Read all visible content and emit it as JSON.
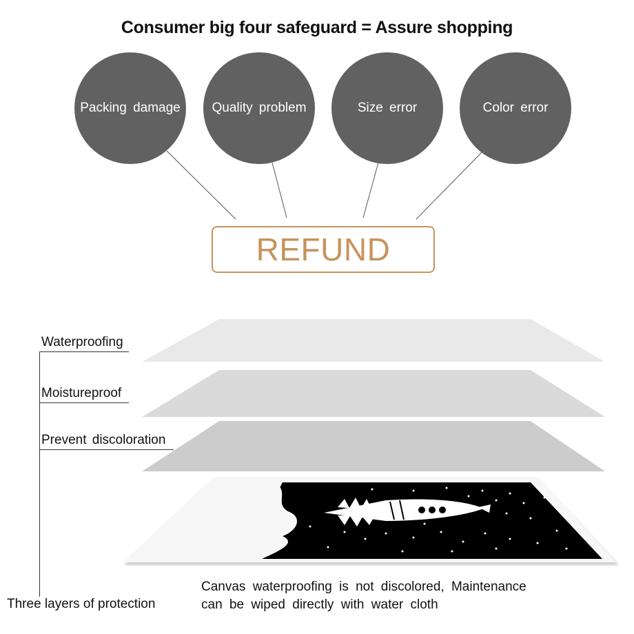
{
  "title": "Consumer big four safeguard = Assure shopping",
  "safeguards": [
    "Packing damage",
    "Quality problem",
    "Size error",
    "Color error"
  ],
  "refund_label": "REFUND",
  "layers": [
    "Waterproofing",
    "Moistureproof",
    "Prevent discoloration"
  ],
  "caption": {
    "line1": "Canvas waterproofing is not discolored, Maintenance",
    "line2": "can be wiped directly with water cloth"
  },
  "bracket_label": "Three layers of protection",
  "colors": {
    "circle": "#616161",
    "refund": "#c6935b",
    "layer_top": "#e9e9e9",
    "layer_mid": "#dadada",
    "layer_bottom": "#cccccc",
    "canvas_art": "#000000"
  }
}
